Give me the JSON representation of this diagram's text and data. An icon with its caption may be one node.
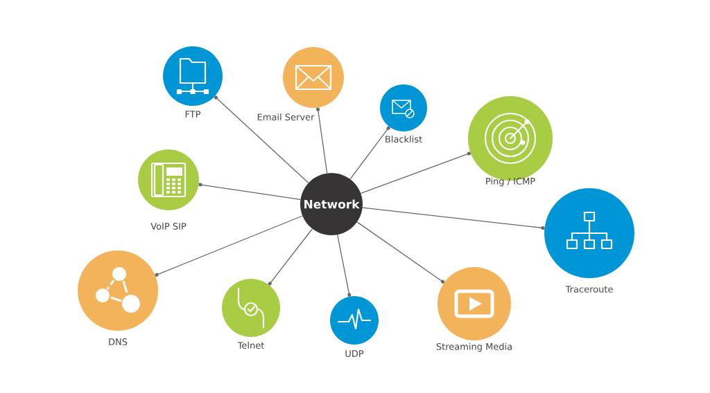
{
  "diagram": {
    "nodes": [
      {
        "text": [
          "Network"
        ]
      },
      {
        "text": [
          "FTP"
        ]
      },
      {
        "text": [
          "Email Server"
        ]
      },
      {
        "text": [
          "Blacklist"
        ]
      },
      {
        "text": [
          "Ping / ICMP"
        ]
      },
      {
        "text": [
          "VoIP SIP"
        ]
      },
      {
        "text": [
          "Traceroute"
        ]
      },
      {
        "text": [
          "DNS"
        ]
      },
      {
        "text": [
          "Telnet"
        ]
      },
      {
        "text": [
          "UDP"
        ]
      },
      {
        "text": [
          "Streaming Media"
        ]
      }
    ],
    "edges": [
      {
        "from": 0,
        "to": 1,
        "arrow": "other"
      },
      {
        "from": 0,
        "to": 2,
        "arrow": "other"
      },
      {
        "from": 0,
        "to": 3,
        "arrow": "other"
      },
      {
        "from": 0,
        "to": 4,
        "arrow": "other"
      },
      {
        "from": 0,
        "to": 5,
        "arrow": "other"
      },
      {
        "from": 0,
        "to": 6,
        "arrow": "other"
      },
      {
        "from": 0,
        "to": 7,
        "arrow": "other"
      },
      {
        "from": 0,
        "to": 8,
        "arrow": "other"
      },
      {
        "from": 0,
        "to": 9,
        "arrow": "other"
      },
      {
        "from": 0,
        "to": 10,
        "arrow": "other"
      }
    ]
  }
}
